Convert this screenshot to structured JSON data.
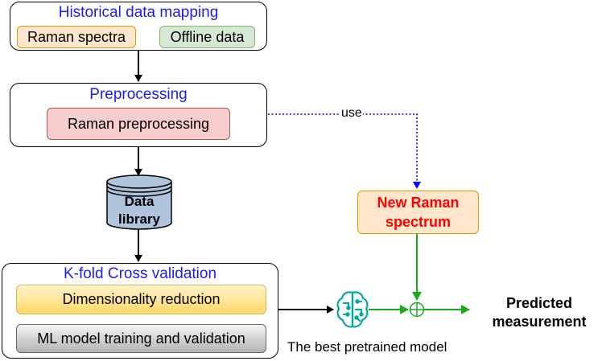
{
  "historical": {
    "title": "Historical data mapping",
    "raman": "Raman spectra",
    "offline": "Offline data"
  },
  "preprocessing": {
    "title": "Preprocessing",
    "raman_pre": "Raman preprocessing"
  },
  "library": {
    "line1": "Data",
    "line2": "library"
  },
  "kfold": {
    "title": "K-fold Cross validation",
    "dimred": "Dimensionality reduction",
    "training": "ML model training and validation"
  },
  "use_label": "use",
  "new_spectrum": {
    "line1": "New Raman",
    "line2": "spectrum"
  },
  "model_caption": "The best pretrained model",
  "output": {
    "line1": "Predicted",
    "line2": "measurement"
  },
  "colors": {
    "title_blue": "#1a1aff",
    "arrow_green": "#1aaa1a",
    "dotted_blue": "#0000ff",
    "model_teal": "#00a8a0",
    "new_raman_text": "#ff0000"
  },
  "icons": {
    "model": "brain-circuit-icon",
    "sum": "circle-plus-icon",
    "database": "database-cylinder-icon"
  }
}
